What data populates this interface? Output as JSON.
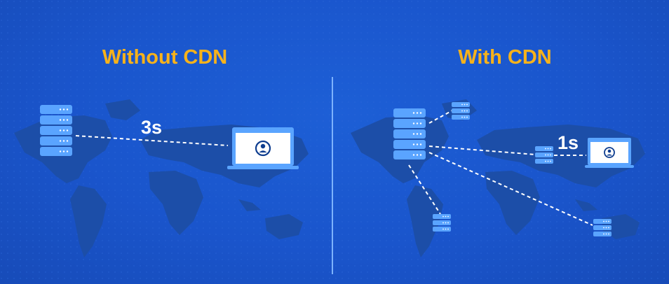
{
  "panels": {
    "left": {
      "title": "Without CDN",
      "latency": "3s"
    },
    "right": {
      "title": "With CDN",
      "latency": "1s"
    }
  },
  "icons": {
    "origin_server": "server-stack-icon",
    "edge_server": "server-stack-icon",
    "client": "laptop-user-icon",
    "background": "world-map-icon"
  },
  "colors": {
    "background": "#1a55cc",
    "map": "#1c4ea8",
    "title": "#f7b21b",
    "server": "#5aa4ff",
    "line": "#ffffff",
    "divider": "#7db3ff"
  }
}
